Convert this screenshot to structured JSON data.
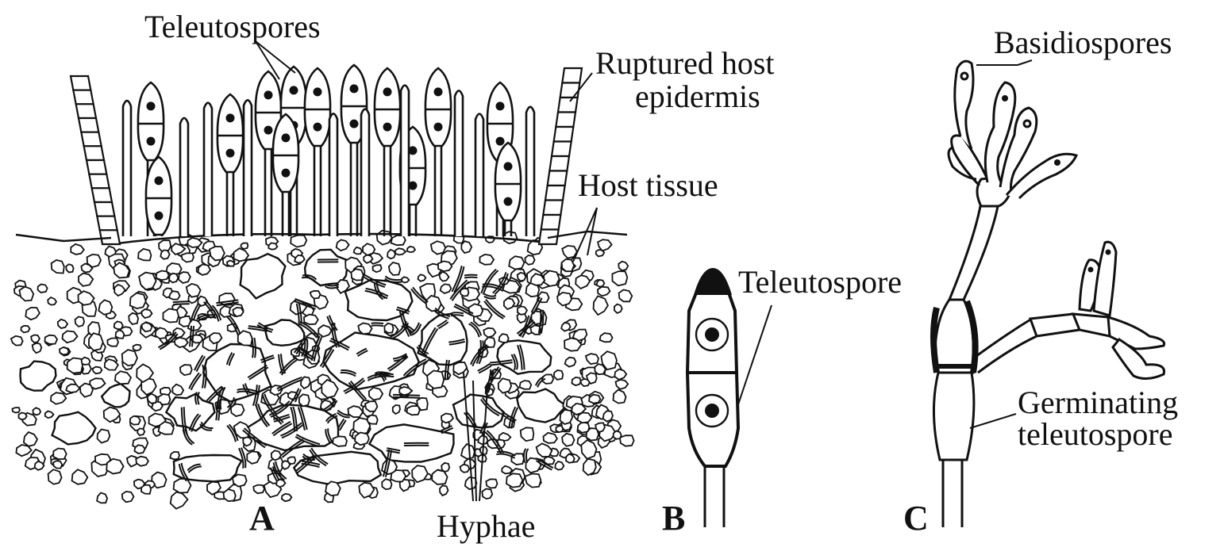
{
  "labels": {
    "teleutospores": "Teleutospores",
    "ruptured_line1": "Ruptured host",
    "ruptured_line2": "epidermis",
    "host_tissue": "Host tissue",
    "hyphae": "Hyphae",
    "teleutospore": "Teleutospore",
    "basidiospores": "Basidiospores",
    "germinating_line1": "Germinating",
    "germinating_line2": "teleutospore"
  },
  "panels": {
    "a": "A",
    "b": "B",
    "c": "C"
  },
  "colors": {
    "ink": "#111111",
    "background": "#ffffff",
    "cell_fill": "#ffffff"
  }
}
